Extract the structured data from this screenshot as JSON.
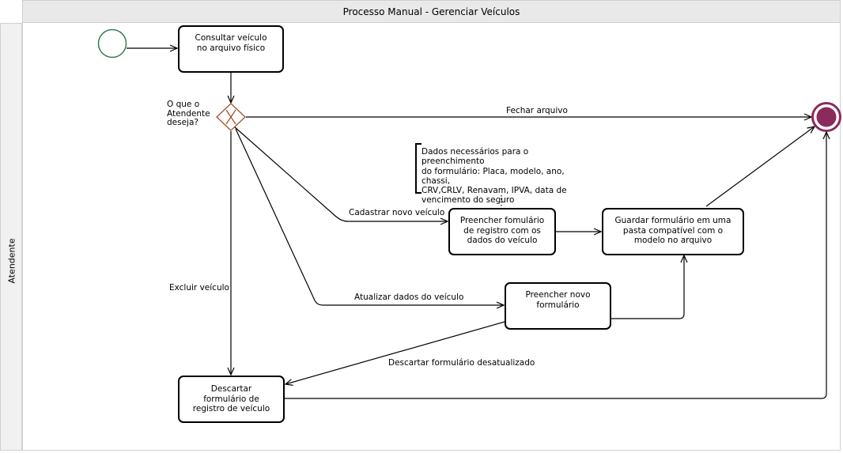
{
  "pool": {
    "title": "Processo Manual - Gerenciar Veículos",
    "lane": "Atendente"
  },
  "tasks": {
    "consultar": "Consultar veículo\nno arquivo físico",
    "preencher_registro": "Preencher fomulário\nde registro com os\ndados do veículo",
    "guardar": "Guardar formulário em uma\npasta compatível com o\nmodelo no arquivo",
    "preencher_novo": "Preencher novo\nformulário",
    "descartar": "Descartar\nformulário de\nregistro de veículo"
  },
  "gateway": {
    "question": "O que o\nAtendente\ndeseja?"
  },
  "flows": {
    "fechar": "Fechar arquivo",
    "cadastrar": "Cadastrar novo veículo",
    "atualizar": "Atualizar dados do veículo",
    "excluir": "Excluir veículo",
    "descartar_desatualizado": "Descartar formulário desatualizado"
  },
  "annotation": "Dados necessários para o preenchimento\ndo formulário: Placa, modelo, ano, chassi,\nCRV,CRLV, Renavam, IPVA, data de\nvencimento do seguro",
  "colors": {
    "start_event": "#2e7d4f",
    "end_event_fill": "#8b2a5c",
    "end_event_stroke": "#8b2a5c",
    "gateway_stroke": "#a0522d",
    "gateway_marker": "#a0522d"
  }
}
